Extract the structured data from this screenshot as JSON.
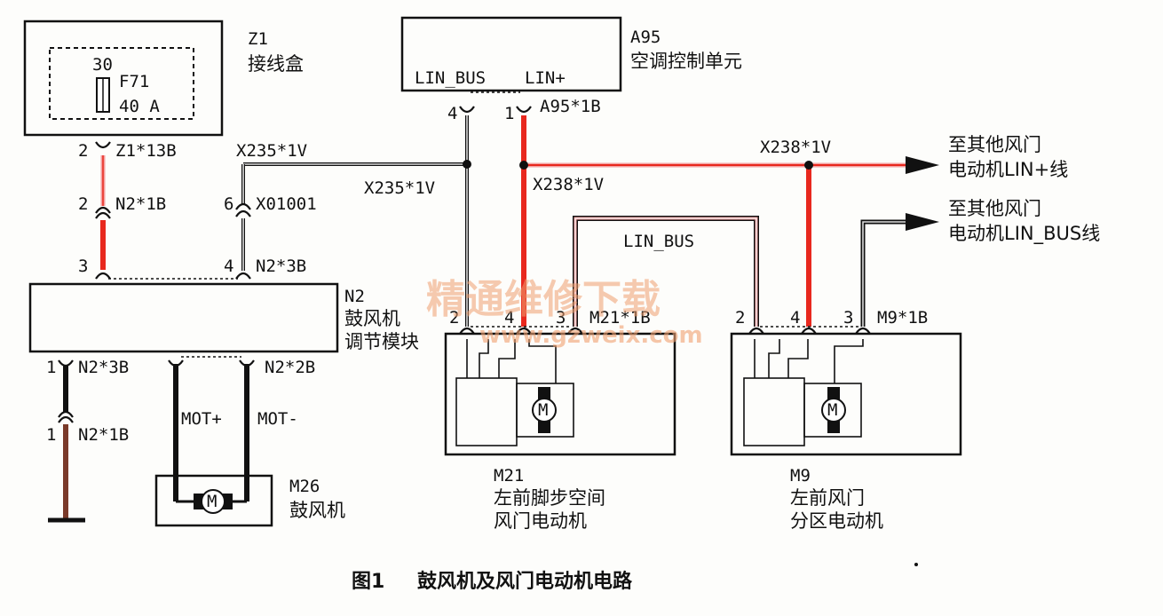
{
  "z1": {
    "id": "Z1",
    "name": "接线盒",
    "fuse_pin": "30",
    "fuse_id": "F71",
    "fuse_rating": "40 A",
    "conn": "Z1*13B",
    "pin": "2"
  },
  "a95": {
    "id": "A95",
    "name": "空调控制单元",
    "port1": "LIN_BUS",
    "port2": "LIN+",
    "conn": "A95*1B",
    "pin4": "4",
    "pin1": "1"
  },
  "n2": {
    "id": "N2",
    "name_line1": "鼓风机",
    "name_line2": "调节模块",
    "conn_top_left": "N2*1B",
    "pin_top_left": "2",
    "pin3": "3",
    "pin4": "4",
    "conn_top": "N2*3B",
    "pin_bot1": "1",
    "conn_bot1": "N2*3B",
    "conn_bot2": "N2*2B",
    "pin_gnd": "1",
    "conn_gnd": "N2*1B",
    "mot_plus": "MOT+",
    "mot_minus": "MOT-"
  },
  "x01001": {
    "pin": "6",
    "id": "X01001"
  },
  "splices": {
    "x235_top": "X235*1V",
    "x235_mid": "X235*1V",
    "x238_left": "X238*1V",
    "x238_right": "X238*1V",
    "lin_bus_label": "LIN_BUS"
  },
  "outputs": {
    "lin_plus_line1": "至其他风门",
    "lin_plus_line2": "电动机LIN+线",
    "lin_bus_line1": "至其他风门",
    "lin_bus_line2": "电动机LIN_BUS线"
  },
  "m21": {
    "id": "M21",
    "name_line1": "左前脚步空间",
    "name_line2": "风门电动机",
    "pin2": "2",
    "pin4": "4",
    "pin3": "3",
    "conn": "M21*1B",
    "motor": "M"
  },
  "m9": {
    "id": "M9",
    "name_line1": "左前风门",
    "name_line2": "分区电动机",
    "pin2": "2",
    "pin4": "4",
    "pin3": "3",
    "conn": "M9*1B",
    "motor": "M"
  },
  "m26": {
    "id": "M26",
    "name": "鼓风机",
    "motor": "M"
  },
  "watermark": {
    "line1": "精通维修下载",
    "line2": "www.gzweix.com"
  },
  "caption": {
    "prefix": "图1",
    "title": "鼓风机及风门电动机电路"
  },
  "colors": {
    "power": "#e8281e",
    "lin_bus_wire": "#999999",
    "ground": "#7a3a2a",
    "black": "#111111"
  }
}
